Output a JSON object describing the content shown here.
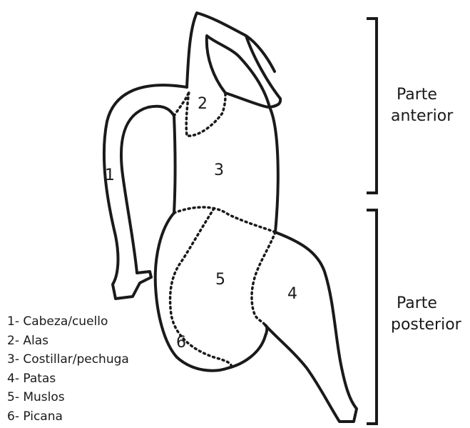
{
  "parts": {
    "n1": "1",
    "n2": "2",
    "n3": "3",
    "n4": "4",
    "n5": "5",
    "n6": "6"
  },
  "sections": {
    "anterior": {
      "line1": "Parte",
      "line2": "anterior"
    },
    "posterior": {
      "line1": "Parte",
      "line2": "posterior"
    }
  },
  "legend": [
    "1- Cabeza/cuello",
    "2- Alas",
    "3- Costillar/pechuga",
    "4- Patas",
    "5- Muslos",
    "6- Picana"
  ]
}
